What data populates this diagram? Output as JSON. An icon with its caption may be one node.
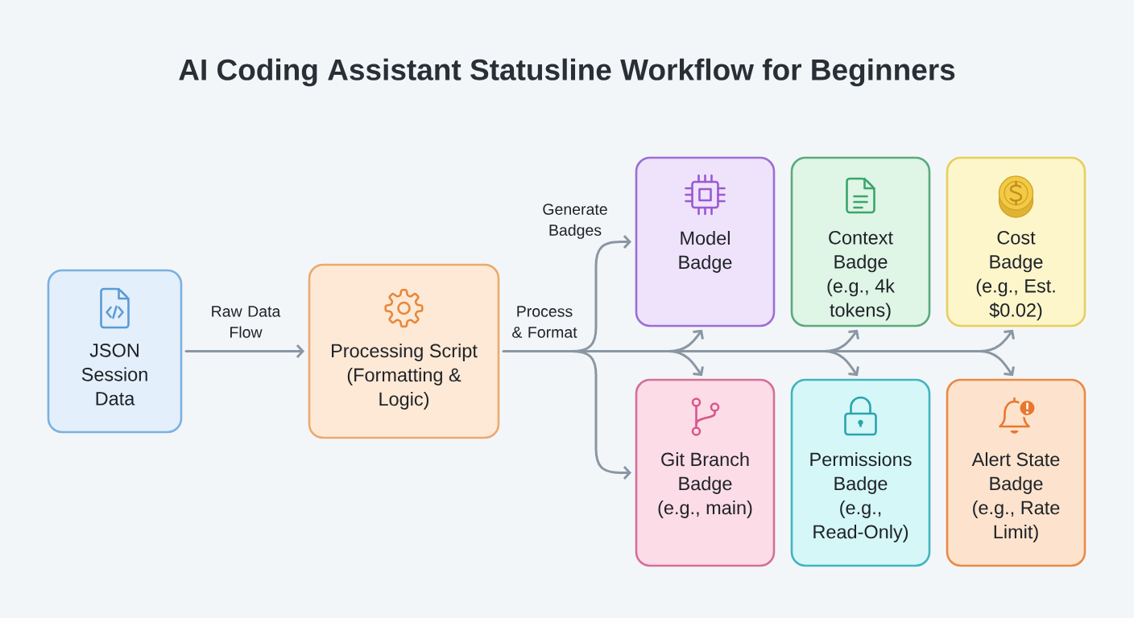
{
  "diagram": {
    "title": "AI Coding Assistant Statusline Workflow for Beginners",
    "nodes": [
      {
        "text": [
          "JSON Session Data"
        ]
      },
      {
        "text": [
          "Processing Script",
          "(Formatting & Logic)"
        ]
      },
      {
        "text": [
          "Model Badge"
        ]
      },
      {
        "text": [
          "Context Badge",
          "(e.g., 4k tokens)"
        ]
      },
      {
        "text": [
          "Cost Badge",
          "(e.g., Est. $0.02)"
        ]
      },
      {
        "text": [
          "Git Branch Badge",
          "(e.g., main)"
        ]
      },
      {
        "text": [
          "Permissions Badge",
          "(e.g., Read-Only)"
        ]
      },
      {
        "text": [
          "Alert State Badge",
          "(e.g., Rate Limit)"
        ]
      }
    ],
    "edges": [
      {
        "from": 0,
        "to": 1,
        "arrow": "to",
        "label": "Raw Data Flow"
      },
      {
        "from": 1,
        "to": 2,
        "arrow": "to",
        "label": "Generate Badges"
      },
      {
        "from": 1,
        "to": 5,
        "arrow": "to"
      },
      {
        "from": 1,
        "to": 2,
        "arrow": "to",
        "label": "Process & Format"
      },
      {
        "from": 1,
        "to": 5,
        "arrow": "to"
      },
      {
        "from": 1,
        "to": 3,
        "arrow": "to"
      },
      {
        "from": 1,
        "to": 6,
        "arrow": "to"
      },
      {
        "from": 1,
        "to": 4,
        "arrow": "to"
      },
      {
        "from": 1,
        "to": 7,
        "arrow": "to"
      }
    ]
  }
}
